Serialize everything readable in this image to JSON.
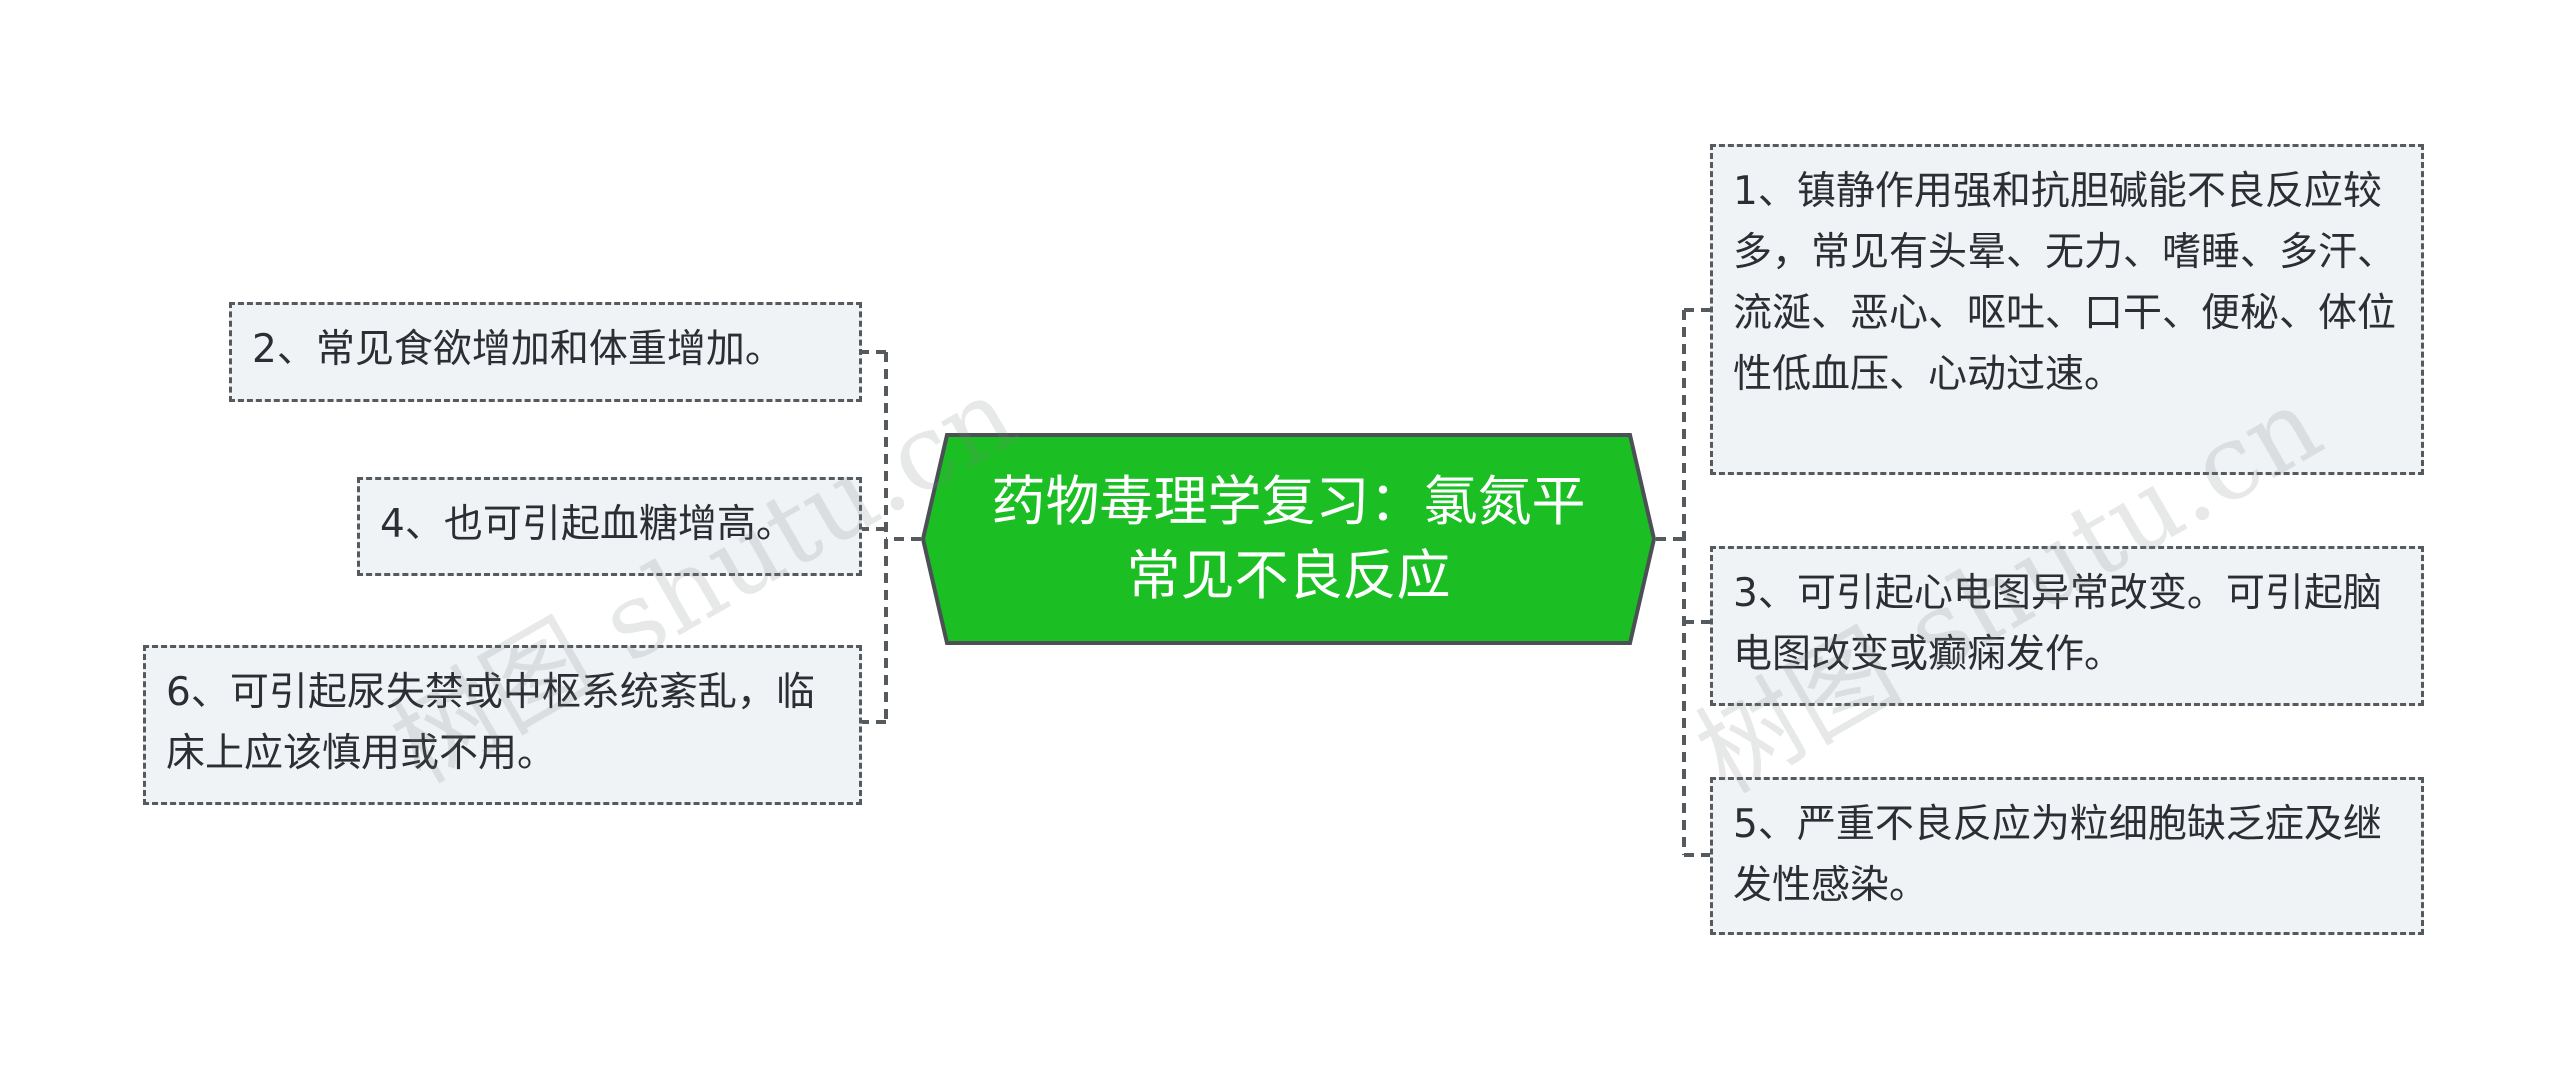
{
  "center": {
    "title": "药物毒理学复习：氯氮平常见不良反应",
    "fill": "#1bbf24",
    "stroke": "#4b5055"
  },
  "left_nodes": [
    {
      "id": "item-2",
      "text": "2、常见食欲增加和体重增加。"
    },
    {
      "id": "item-4",
      "text": "4、也可引起血糖增高。"
    },
    {
      "id": "item-6",
      "text": "6、可引起尿失禁或中枢系统紊乱，临床上应该慎用或不用。"
    }
  ],
  "right_nodes": [
    {
      "id": "item-1",
      "text": "1、镇静作用强和抗胆碱能不良反应较多，常见有头晕、无力、嗜睡、多汗、流涎、恶心、呕吐、口干、便秘、体位性低血压、心动过速。"
    },
    {
      "id": "item-3",
      "text": "3、可引起心电图异常改变。可引起脑电图改变或癫痫发作。"
    },
    {
      "id": "item-5",
      "text": "5、严重不良反应为粒细胞缺乏症及继发性感染。"
    }
  ],
  "watermarks": [
    {
      "text": "树图 shutu.cn"
    },
    {
      "text": "树图 shutu.cn"
    }
  ],
  "colors": {
    "leaf_bg": "#f0f3f6",
    "leaf_border": "#555a5f",
    "connector": "#555a5f"
  }
}
